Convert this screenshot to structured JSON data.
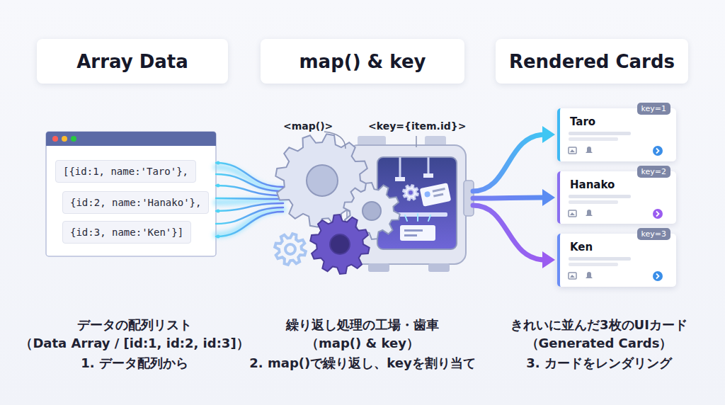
{
  "diagram": {
    "nodes": [
      {
        "text": [
          "Array Data"
        ]
      },
      {
        "text": [
          "map() & key"
        ]
      },
      {
        "text": [
          "Rendered Cards"
        ]
      },
      {
        "text": [
          "[{id:1, name:'Taro'},"
        ]
      },
      {
        "text": [
          "{id:2, name:'Hanako'},"
        ]
      },
      {
        "text": [
          "{id:3, name:'Ken'}]"
        ]
      },
      {
        "text": [
          "Taro"
        ]
      },
      {
        "text": [
          "key=1"
        ],
        "in": 6
      },
      {
        "text": [
          "Hanako"
        ]
      },
      {
        "text": [
          "key=2"
        ],
        "in": 8
      },
      {
        "text": [
          "Ken"
        ]
      },
      {
        "text": [
          "key=3"
        ],
        "in": 10
      }
    ],
    "labels": [
      "<map()>",
      "<key={item.id}>",
      "データの配列リスト",
      "（Data Array / [id:1, id:2, id:3]）",
      "1. データ配列から",
      "繰り返し処理の工場・歯車",
      "（map() & key）",
      "2. map()で繰り返し、keyを割り当て",
      "きれいに並んだ3枚のUIカード",
      "（Generated Cards）",
      "3. カードをレンダリング"
    ]
  }
}
